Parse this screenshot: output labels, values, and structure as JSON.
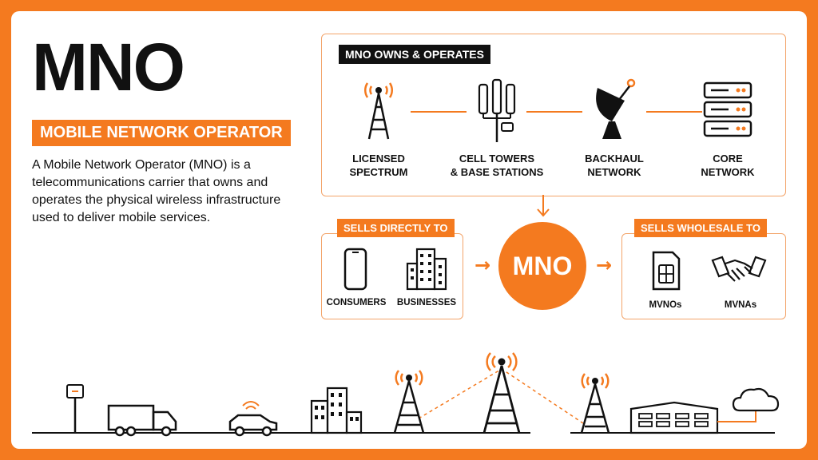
{
  "header": {
    "title": "MNO",
    "subtitle": "MOBILE NETWORK OPERATOR",
    "description": "A Mobile Network Operator (MNO) is a telecommunications carrier that owns and operates the physical wireless infrastructure used to deliver mobile services."
  },
  "owns": {
    "tag": "MNO OWNS & OPERATES",
    "items": [
      {
        "label1": "LICENSED",
        "label2": "SPECTRUM",
        "icon": "antenna-signal-icon"
      },
      {
        "label1": "CELL TOWERS",
        "label2": "& BASE STATIONS",
        "icon": "cell-tower-icon"
      },
      {
        "label1": "BACKHAUL",
        "label2": "NETWORK",
        "icon": "satellite-dish-icon"
      },
      {
        "label1": "CORE",
        "label2": "NETWORK",
        "icon": "server-rack-icon"
      }
    ]
  },
  "direct": {
    "tag": "SELLS DIRECTLY TO",
    "items": [
      {
        "label": "CONSUMERS",
        "icon": "smartphone-icon"
      },
      {
        "label": "BUSINESSES",
        "icon": "buildings-icon"
      }
    ]
  },
  "center": {
    "label": "MNO"
  },
  "wholesale": {
    "tag": "SELLS WHOLESALE TO",
    "items": [
      {
        "label": "MVNOs",
        "icon": "sim-card-icon"
      },
      {
        "label": "MVNAs",
        "icon": "handshake-icon"
      }
    ]
  },
  "colors": {
    "accent": "#f47a1f",
    "ink": "#111111",
    "background": "#ffffff"
  }
}
